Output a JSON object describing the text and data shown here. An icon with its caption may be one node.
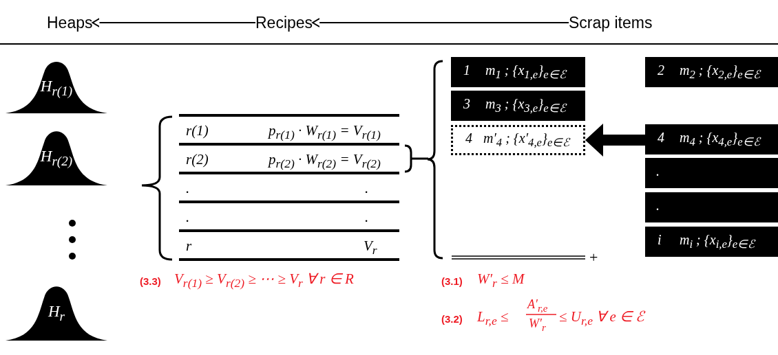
{
  "diagram": {
    "nodes": [
      {
        "text": [
          "Heaps"
        ]
      },
      {
        "text": [
          "Recipes"
        ]
      },
      {
        "text": [
          "Scrap items"
        ]
      },
      {
        "text": [
          "H$_{r(1)}$"
        ]
      },
      {
        "text": [
          "H$_{r(2)}$"
        ]
      },
      {
        "text": [
          "H$_{r}$"
        ]
      },
      {
        "text": [
          "r(1)",
          "p$_{r(1)}$ · W$_{r(1)}$ = V$_{r(1)}$"
        ]
      },
      {
        "text": [
          "r(2)",
          "p$_{r(2)}$ · W$_{r(2)}$ = V$_{r(2)}$"
        ]
      },
      {
        "text": [
          ".",
          "."
        ]
      },
      {
        "text": [
          ".",
          "."
        ]
      },
      {
        "text": [
          "r",
          "V$_{r}$"
        ]
      },
      {
        "text": [
          "1",
          "m$_{1}$ ; {x$_{1,e}$}$_{e∈ℰ}$"
        ]
      },
      {
        "text": [
          "3",
          "m$_{3}$ ; {x$_{3,e}$}$_{e∈ℰ}$"
        ]
      },
      {
        "text": [
          "4",
          "m′$_{4}$ ; {x′$_{4,e}$}$_{e∈ℰ}$"
        ]
      },
      {
        "text": [
          "2",
          "m$_{2}$ ; {x$_{2,e}$}$_{e∈ℰ}$"
        ]
      },
      {
        "text": [
          "4",
          "m$_{4}$ ; {x$_{4,e}$}$_{e∈ℰ}$"
        ]
      },
      {
        "text": [
          "."
        ]
      },
      {
        "text": [
          "."
        ]
      },
      {
        "text": [
          "i",
          "m$_{i}$ ; {x$_{i,e}$}$_{e∈ℰ}$"
        ]
      }
    ],
    "edges": [
      {
        "from": 1,
        "to": 0,
        "arrow": "to"
      },
      {
        "from": 2,
        "to": 1,
        "arrow": "to"
      },
      {
        "from": 15,
        "to": 13,
        "arrow": "to",
        "style": "thick"
      }
    ],
    "labels": [
      "+",
      "(3.3)",
      "V$_{r(1)}$ ≥ V$_{r(2)}$ ≥ ⋯ ≥ V$_{r}$   ∀  r ∈ R",
      "(3.1)",
      "W′$_{r}$ ≤ M",
      "(3.2)",
      "L$_{r,e}$ ≤",
      "A′$_{r,e}$",
      "W′$_{r}$",
      "≤ U$_{r,e}$ ∀ e ∈ ℰ"
    ]
  }
}
